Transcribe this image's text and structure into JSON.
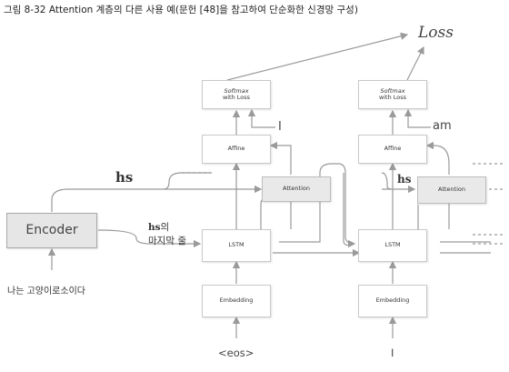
{
  "caption": "그림 8-32 Attention 계층의 다른 사용 예(문헌 [48]을 참고하여 단순화한 신경망 구성)",
  "loss_label": "Loss",
  "encoder": {
    "label": "Encoder",
    "input": "나는 고양이로소이다"
  },
  "hs_label": "hs",
  "hs_last": {
    "prefix": "hs",
    "suffix": "의",
    "line2": "마지막 줄"
  },
  "step1": {
    "softmax_line1": "Softmax",
    "softmax_line2": "with Loss",
    "target": "I",
    "affine": "Affine",
    "attention": "Attention",
    "lstm": "LSTM",
    "embedding": "Embedding",
    "input": "<eos>"
  },
  "step2": {
    "softmax_line1": "Softmax",
    "softmax_line2": "with Loss",
    "target": "am",
    "affine": "Affine",
    "attention": "Attention",
    "lstm": "LSTM",
    "embedding": "Embedding",
    "input": "I",
    "hs_label": "hs"
  },
  "colors": {
    "line": "#9a9a9a",
    "grey_box": "#e9e9e9",
    "encoder_box": "#e6e6e6"
  }
}
